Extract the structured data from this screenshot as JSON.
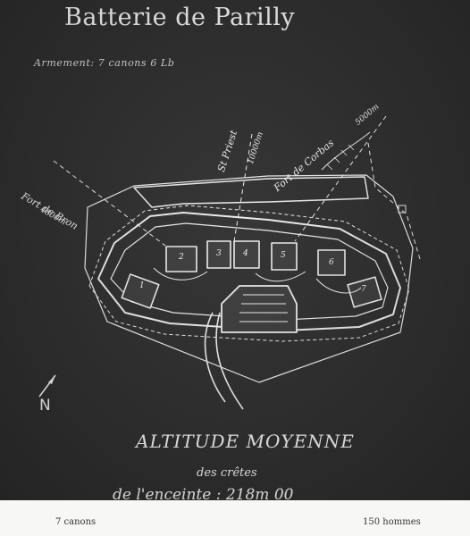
{
  "plan": {
    "title": "Batterie de Parilly",
    "subtitle": "Armement: 7 canons 6 Lb",
    "directions": {
      "fort_bron": "Fort de Bron",
      "fort_bron_distance": "4800m",
      "st_priest": "St Priest",
      "st_priest_distance": "10000m",
      "fort_corbas": "Fort de Corbas",
      "fort_corbas_distance": "5000m"
    },
    "north": "N",
    "emplacements": [
      "1",
      "2",
      "3",
      "4",
      "5",
      "6",
      "7"
    ],
    "altitude_title": "ALTITUDE MOYENNE",
    "altitude_sub": "des crêtes",
    "altitude_line": "de l'enceinte : 218m 00"
  },
  "captions": {
    "left": "7 canons",
    "right": "150 hommes"
  },
  "colors": {
    "plate_background": "#2c2c2c",
    "ink": "#f2f2f2",
    "page": "#f7f7f5"
  }
}
